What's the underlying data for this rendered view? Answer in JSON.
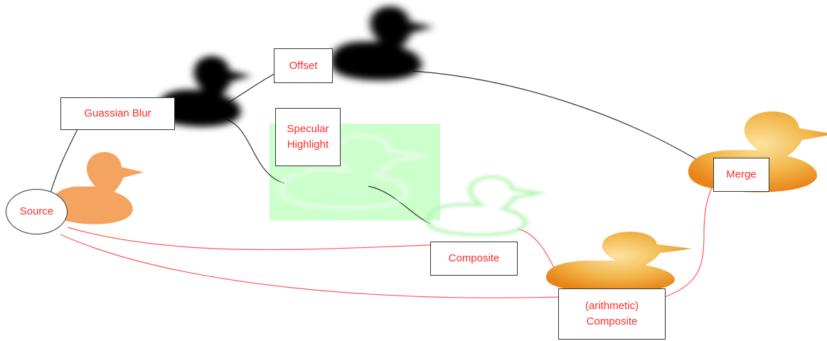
{
  "colors": {
    "label": "#ff2a2a",
    "source_duck": "#f4a460",
    "shadow_duck": "#000000",
    "highlight_bg": "#ccffcc",
    "highlight_duck": "#b6f5b6",
    "merge_duck": "#f2b447",
    "merge_duck_edge": "#e8851a",
    "edge_black": "#333333",
    "edge_red": "#ff5555"
  },
  "nodes": {
    "source": "Source",
    "gaussian_blur": "Guassian Blur",
    "offset": "Offset",
    "specular_highlight": "Specular\nHighlight",
    "composite": "Composite",
    "arithmetic_composite": "(arithmetic)\nComposite",
    "merge": "Merge"
  }
}
